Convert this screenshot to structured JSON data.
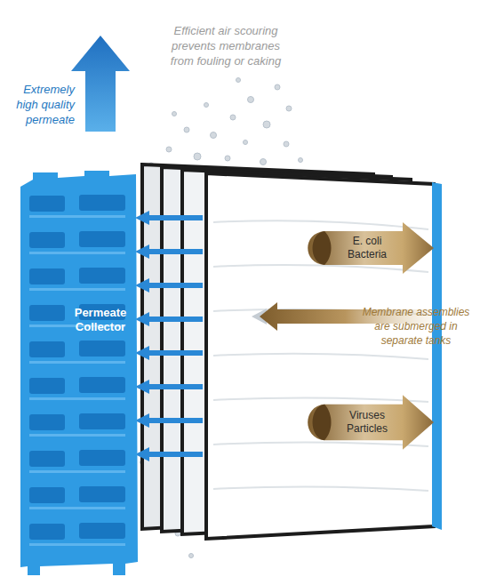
{
  "diagram": {
    "nodes": [
      {
        "text": [
          "E. coli Bacteria"
        ]
      },
      {
        "text": [
          "Permeate Collector"
        ]
      },
      {
        "text": [
          "Viruses Particles"
        ]
      }
    ],
    "labels": [
      "Efficient air scouring prevents membranes from fouling or caking",
      "Extremely high quality permeate",
      "Membrane assemblies are submerged in separate tanks"
    ]
  }
}
